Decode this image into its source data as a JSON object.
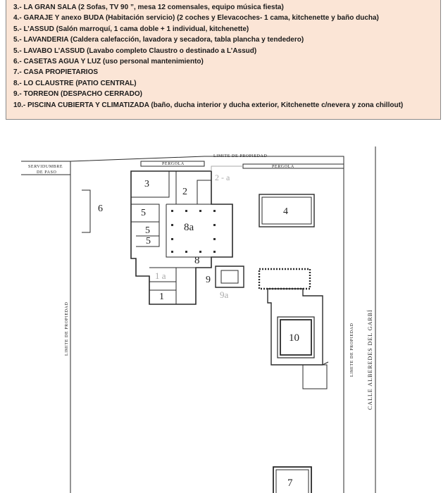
{
  "legend": {
    "items": [
      "3.- LA GRAN SALA (2 Sofas, TV 90 ”, mesa 12 comensales, equipo música fiesta)",
      "4.- GARAJE Y anexo BUDA (Habitación servicio) (2 coches y Elevacoches- 1 cama, kitchenette y baño ducha)",
      "5.- L’ASSUD (Salón marroquí, 1 cama doble + 1 individual, kitchenette)",
      "5.- LAVANDERIA (Caldera calefacción, lavadora y secadora, tabla plancha y tendedero)",
      "5.- LAVABO L’ASSUD (Lavabo completo Claustro o destinado a L’Assud)",
      "6.- CASETAS AGUA Y LUZ (uso personal  mantenimiento)",
      "7.- CASA PROPIETARIOS",
      "8.- LO CLAUSTRE (PATIO CENTRAL)",
      "9.- TORREON (DESPACHO CERRADO)",
      "10.- PISCINA CUBIERTA Y CLIMATIZADA (baño, ducha interior y ducha exterior, Kitchenette c/nevera y zona chillout)"
    ]
  },
  "plan": {
    "top_boundary_label": "LIMITE DE PROPIEDAD",
    "servitude_line1": "SERVIDUMBRE",
    "servitude_line2": "DE PASO",
    "pergola_left": "PERGOLA",
    "pergola_right": "PERGOLA",
    "left_boundary_label": "LIMITE DE PROPIEDAD",
    "right_boundary_label": "LIMITE DE PROPIEDAD",
    "street_label": "CALLE    ALBEREDES    DEL    GARBÍ",
    "rooms": {
      "r3": "3",
      "r2": "2",
      "r2a": "2 - a",
      "r6": "6",
      "r4": "4",
      "r5a": "5",
      "r5b": "5",
      "r5c": "5",
      "r8a": "8a",
      "r8": "8",
      "r1a": "1 a",
      "r1": "1",
      "r9": "9",
      "r9a": "9a",
      "r10": "10",
      "r7": "7"
    }
  }
}
